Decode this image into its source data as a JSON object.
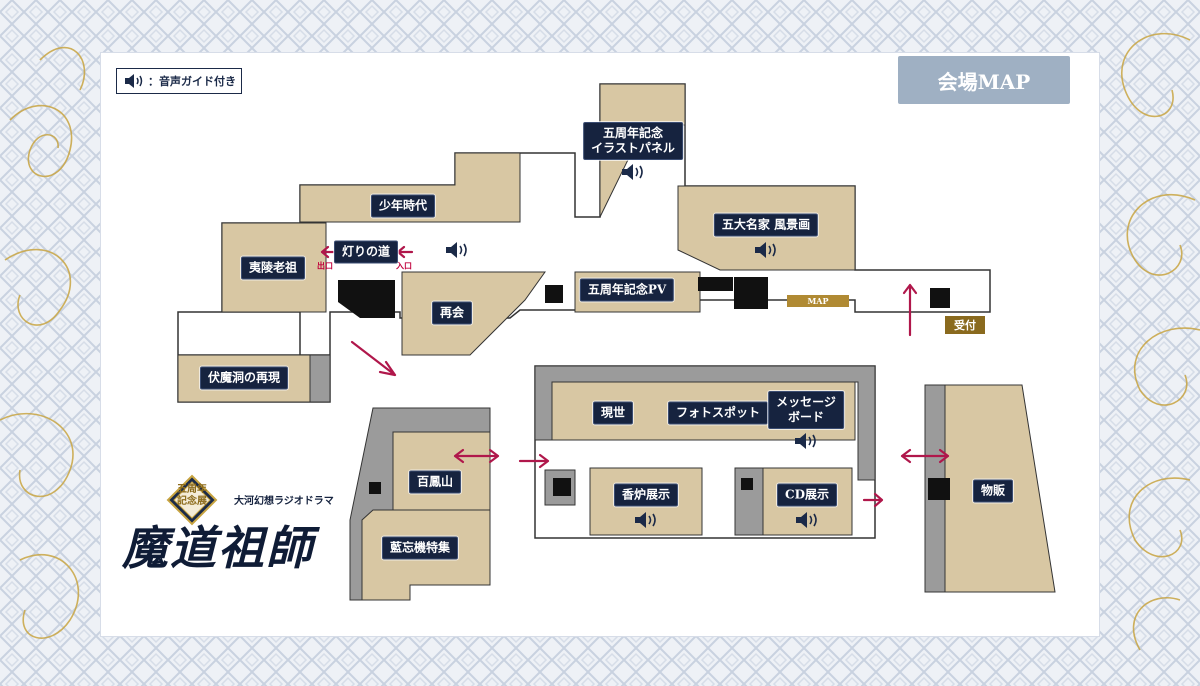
{
  "title": "会場MAP",
  "legend": "：音声ガイド付き",
  "logo": {
    "seal": "五周年\n記念展",
    "subtitle": "大河幻想ラジオドラマ",
    "name": "魔道祖師"
  },
  "areas": {
    "shounen": "少年時代",
    "iryou": "夷陵老祖",
    "akari": "灯りの道",
    "saikai": "再会",
    "fukuma": "伏魔洞の再現",
    "pv": "五周年記念PV",
    "illust": "五周年記念\nイラストパネル",
    "gotaimei": "五大名家 風景画",
    "gensei": "現世",
    "photo": "フォトスポット",
    "message": "メッセージ\nボード",
    "kouro": "香炉展示",
    "cd": "CD展示",
    "hyakuhou": "百鳳山",
    "ranbouki": "藍忘機特集",
    "buppan": "物販"
  },
  "signs": {
    "exit": "出口",
    "entrance": "入口",
    "map": "MAP",
    "reception": "受付"
  },
  "colors": {
    "room": "#d8c7a3",
    "wall": "#9b9b9b",
    "outline": "#343434",
    "label_bg": "#16233f",
    "arrow": "#b0174b",
    "badge": "#9fb0c3",
    "gold": "#b08a33"
  },
  "icons": [
    "speaker-icon",
    "double-arrow-icon",
    "arrow-icon"
  ]
}
